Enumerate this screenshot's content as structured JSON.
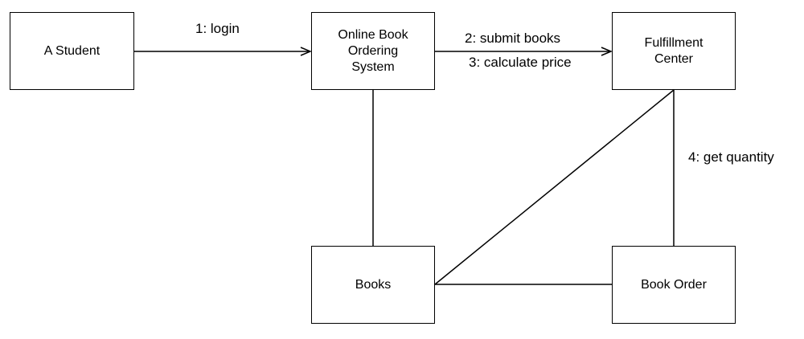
{
  "nodes": {
    "student": "A Student",
    "system": "Online Book\nOrdering\nSystem",
    "fulfillment": "Fulfillment\nCenter",
    "books": "Books",
    "book_order": "Book Order"
  },
  "messages": {
    "login": "1: login",
    "submit_books": "2: submit books",
    "calculate_price": "3: calculate price",
    "get_quantity": "4: get quantity"
  },
  "colors": {
    "line": "#000000",
    "background": "#ffffff"
  }
}
